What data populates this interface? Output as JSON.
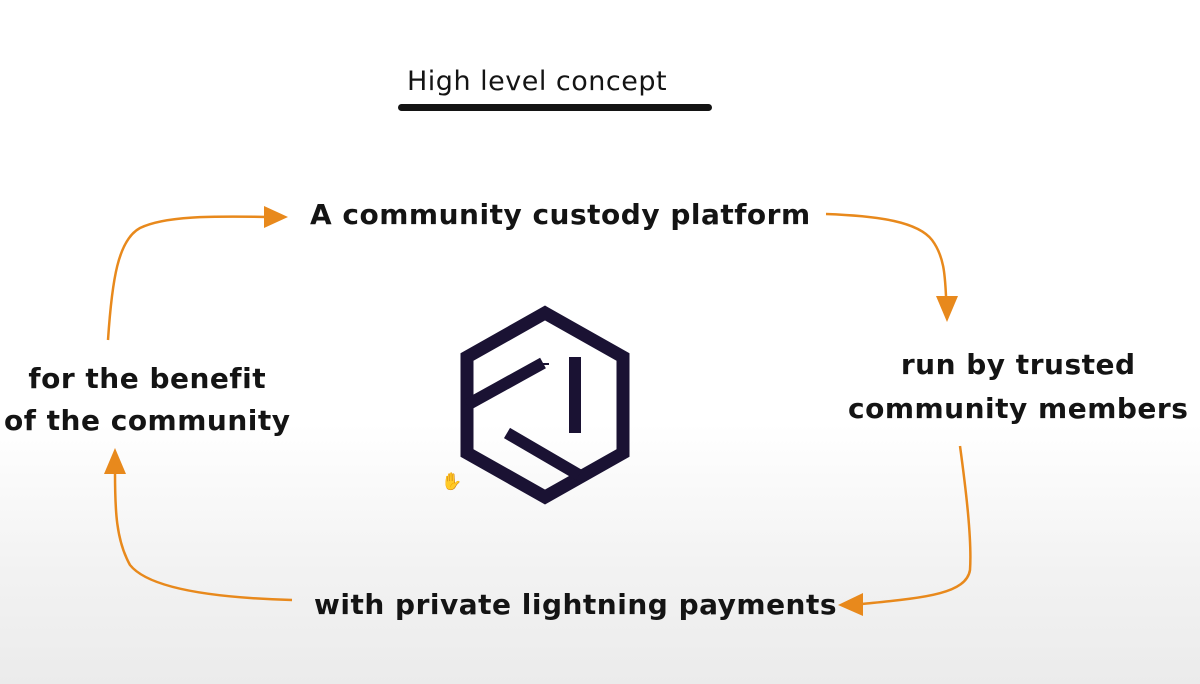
{
  "title": "High level concept",
  "cycle": {
    "top": "A community custody platform",
    "right": [
      "run by trusted",
      "community members"
    ],
    "bottom": "with private lightning payments",
    "left": [
      "for the benefit",
      "of the community"
    ]
  },
  "center_logo": "hexagon-logo-icon",
  "colors": {
    "arrow": "#e8891c",
    "text": "#141414",
    "logo": "#1a1233"
  },
  "cursor": "hand-cursor-icon"
}
